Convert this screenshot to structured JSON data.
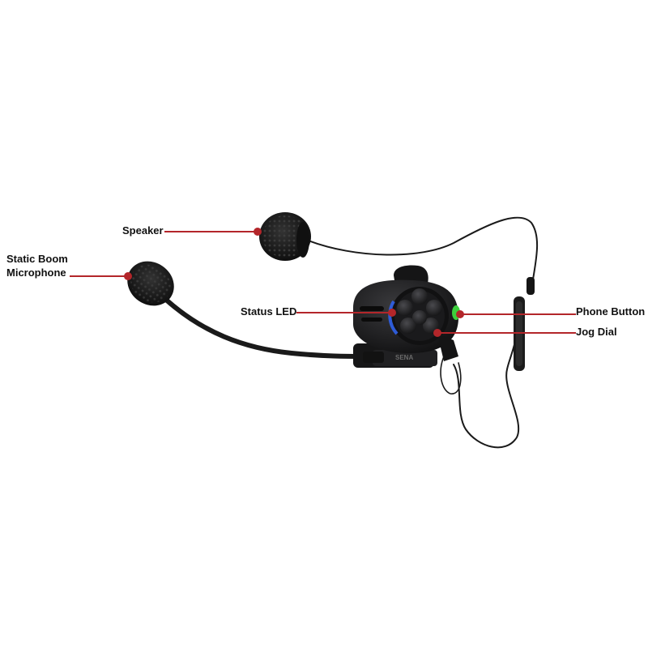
{
  "callouts": {
    "speaker": "Speaker",
    "mic_line1": "Static Boom",
    "mic_line2": "Microphone",
    "status_led": "Status LED",
    "phone_button": "Phone Button",
    "jog_dial": "Jog Dial"
  },
  "device": {
    "brand": "SENA"
  },
  "colors": {
    "callout": "#b3262a",
    "device_body": "#1c1c1e",
    "status_led": "#2f5fe0",
    "phone_button": "#3ccf3c",
    "cable": "#1a1a1a"
  }
}
